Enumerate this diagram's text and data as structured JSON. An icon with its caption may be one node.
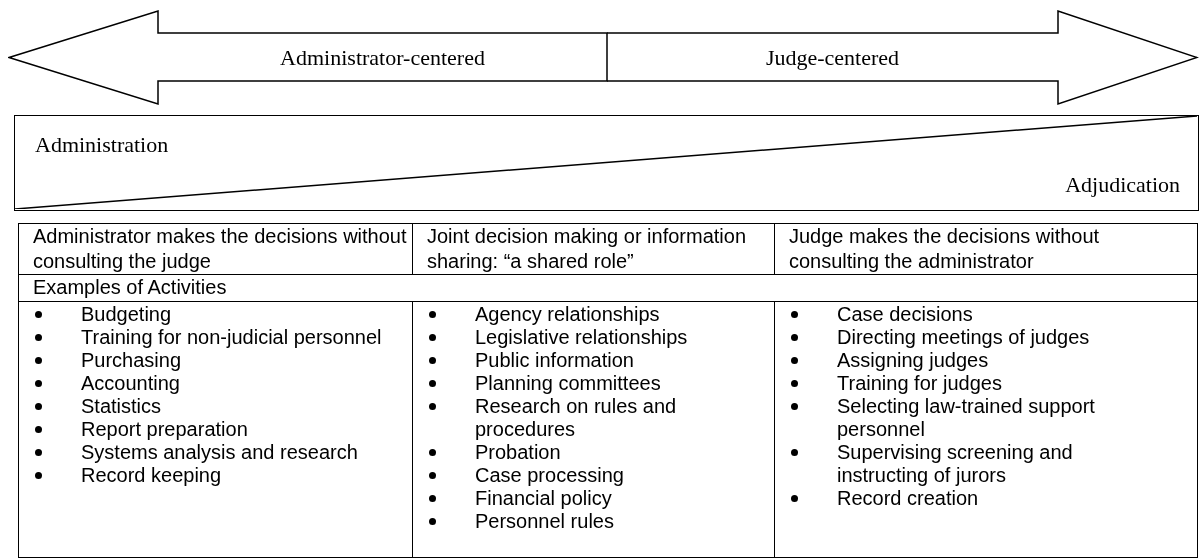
{
  "diagram": {
    "nodes": [
      {
        "text": [
          "Administrator-centered"
        ]
      },
      {
        "text": [
          "Judge-centered"
        ]
      },
      {
        "text": [
          "Administration",
          "Adjudication"
        ]
      }
    ],
    "labels": [
      "Administrator makes the decisions without consulting the judge",
      "Joint decision making or information sharing: “a shared role”",
      "Judge makes the decisions without consulting the administrator",
      "Examples of Activities",
      "Budgeting",
      "Training for non-judicial personnel",
      "Purchasing",
      "Accounting",
      "Statistics",
      "Report preparation",
      "Systems analysis and research",
      "Record keeping",
      "Agency relationships",
      "Legislative relationships",
      "Public information",
      "Planning committees",
      "Research on rules and procedures",
      "Probation",
      "Case processing",
      "Financial policy",
      "Personnel rules",
      "Case decisions",
      "Directing meetings of judges",
      "Assigning judges",
      "Training for judges",
      "Selecting law-trained support personnel",
      "Supervising screening and instructing of jurors",
      "Record creation"
    ]
  }
}
